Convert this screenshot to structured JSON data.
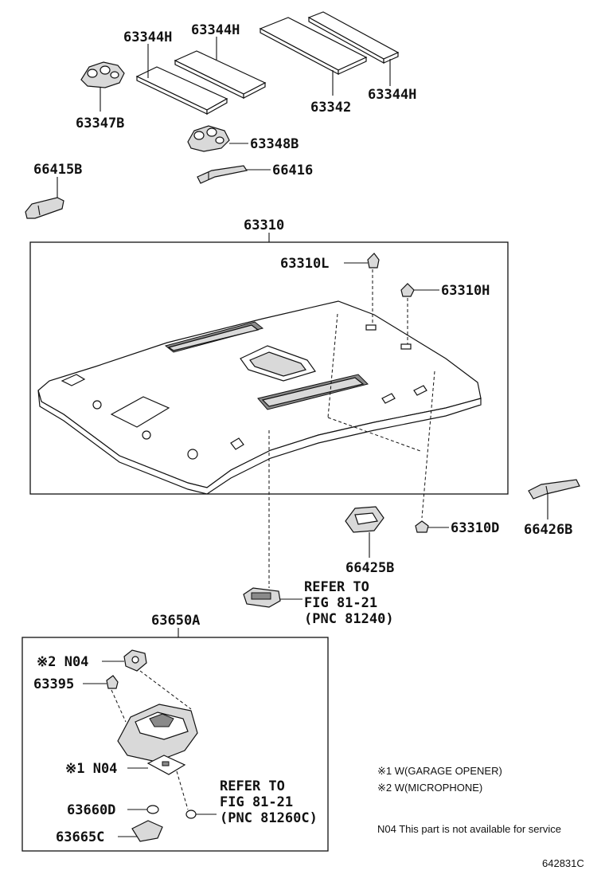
{
  "labels": {
    "p63344H_a": "63344H",
    "p63344H_b": "63344H",
    "p63344H_c": "63344H",
    "p63342": "63342",
    "p63347B": "63347B",
    "p63348B": "63348B",
    "p66415B": "66415B",
    "p66416": "66416",
    "p63310": "63310",
    "p63310L": "63310L",
    "p63310H": "63310H",
    "p63310D": "63310D",
    "p66426B": "66426B",
    "p66425B": "66425B",
    "p63650A": "63650A",
    "p63395": "63395",
    "p63660D": "63660D",
    "p63665C": "63665C",
    "n04_mark2": "※2 N04",
    "n04_mark1": "※1 N04"
  },
  "refer_upper": {
    "line1": "REFER TO",
    "line2": "FIG 81-21",
    "line3": "(PNC 81240)"
  },
  "refer_lower": {
    "line1": "REFER TO",
    "line2": "FIG 81-21",
    "line3": "(PNC 81260C)"
  },
  "notes": {
    "note1": "※1 W(GARAGE OPENER)",
    "note2": "※2 W(MICROPHONE)",
    "note3": "N04 This part is not available for service"
  },
  "figure_code": "642831C"
}
